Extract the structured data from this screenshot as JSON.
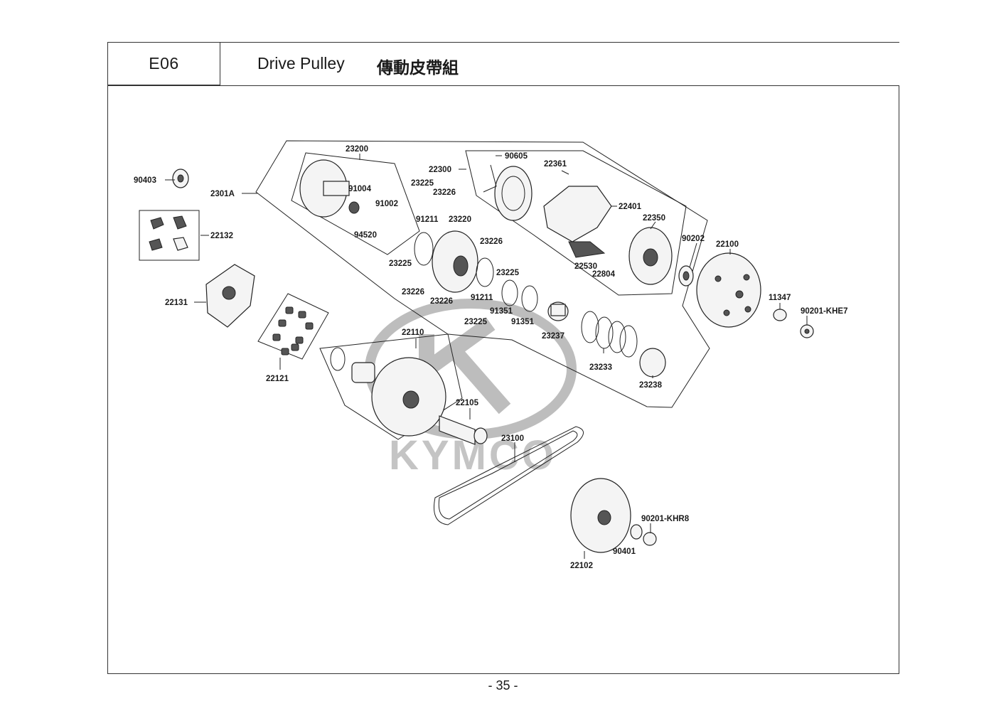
{
  "header": {
    "section_code": "E06",
    "title_en": "Drive Pulley",
    "title_zh": "傳動皮帶組"
  },
  "watermark": {
    "text": "KYMCO"
  },
  "footer": {
    "page_number": "- 35 -"
  },
  "parts": {
    "p90403": "90403",
    "p2301A": "2301A",
    "p22132": "22132",
    "p22131": "22131",
    "p22121": "22121",
    "p23200": "23200",
    "p91004": "91004",
    "p91002": "91002",
    "p94520": "94520",
    "p22300": "22300",
    "p90605": "90605",
    "p22361": "22361",
    "p23225a": "23225",
    "p23226a": "23226",
    "p91211a": "91211",
    "p23220": "23220",
    "p23226b": "23226",
    "p23225b": "23225",
    "p23225c": "23225",
    "p23226c": "23226",
    "p23226d": "23226",
    "p91211b": "91211",
    "p91351a": "91351",
    "p23225d": "23225",
    "p91351b": "91351",
    "p23237": "23237",
    "p22401": "22401",
    "p22350": "22350",
    "p22530": "22530",
    "p22804": "22804",
    "p90202": "90202",
    "p22100": "22100",
    "p11347": "11347",
    "p90201KHE7": "90201-KHE7",
    "p23233": "23233",
    "p23238": "23238",
    "p22110": "22110",
    "p22105": "22105",
    "p23100": "23100",
    "p90201KHR8": "90201-KHR8",
    "p90401": "90401",
    "p22102": "22102"
  }
}
